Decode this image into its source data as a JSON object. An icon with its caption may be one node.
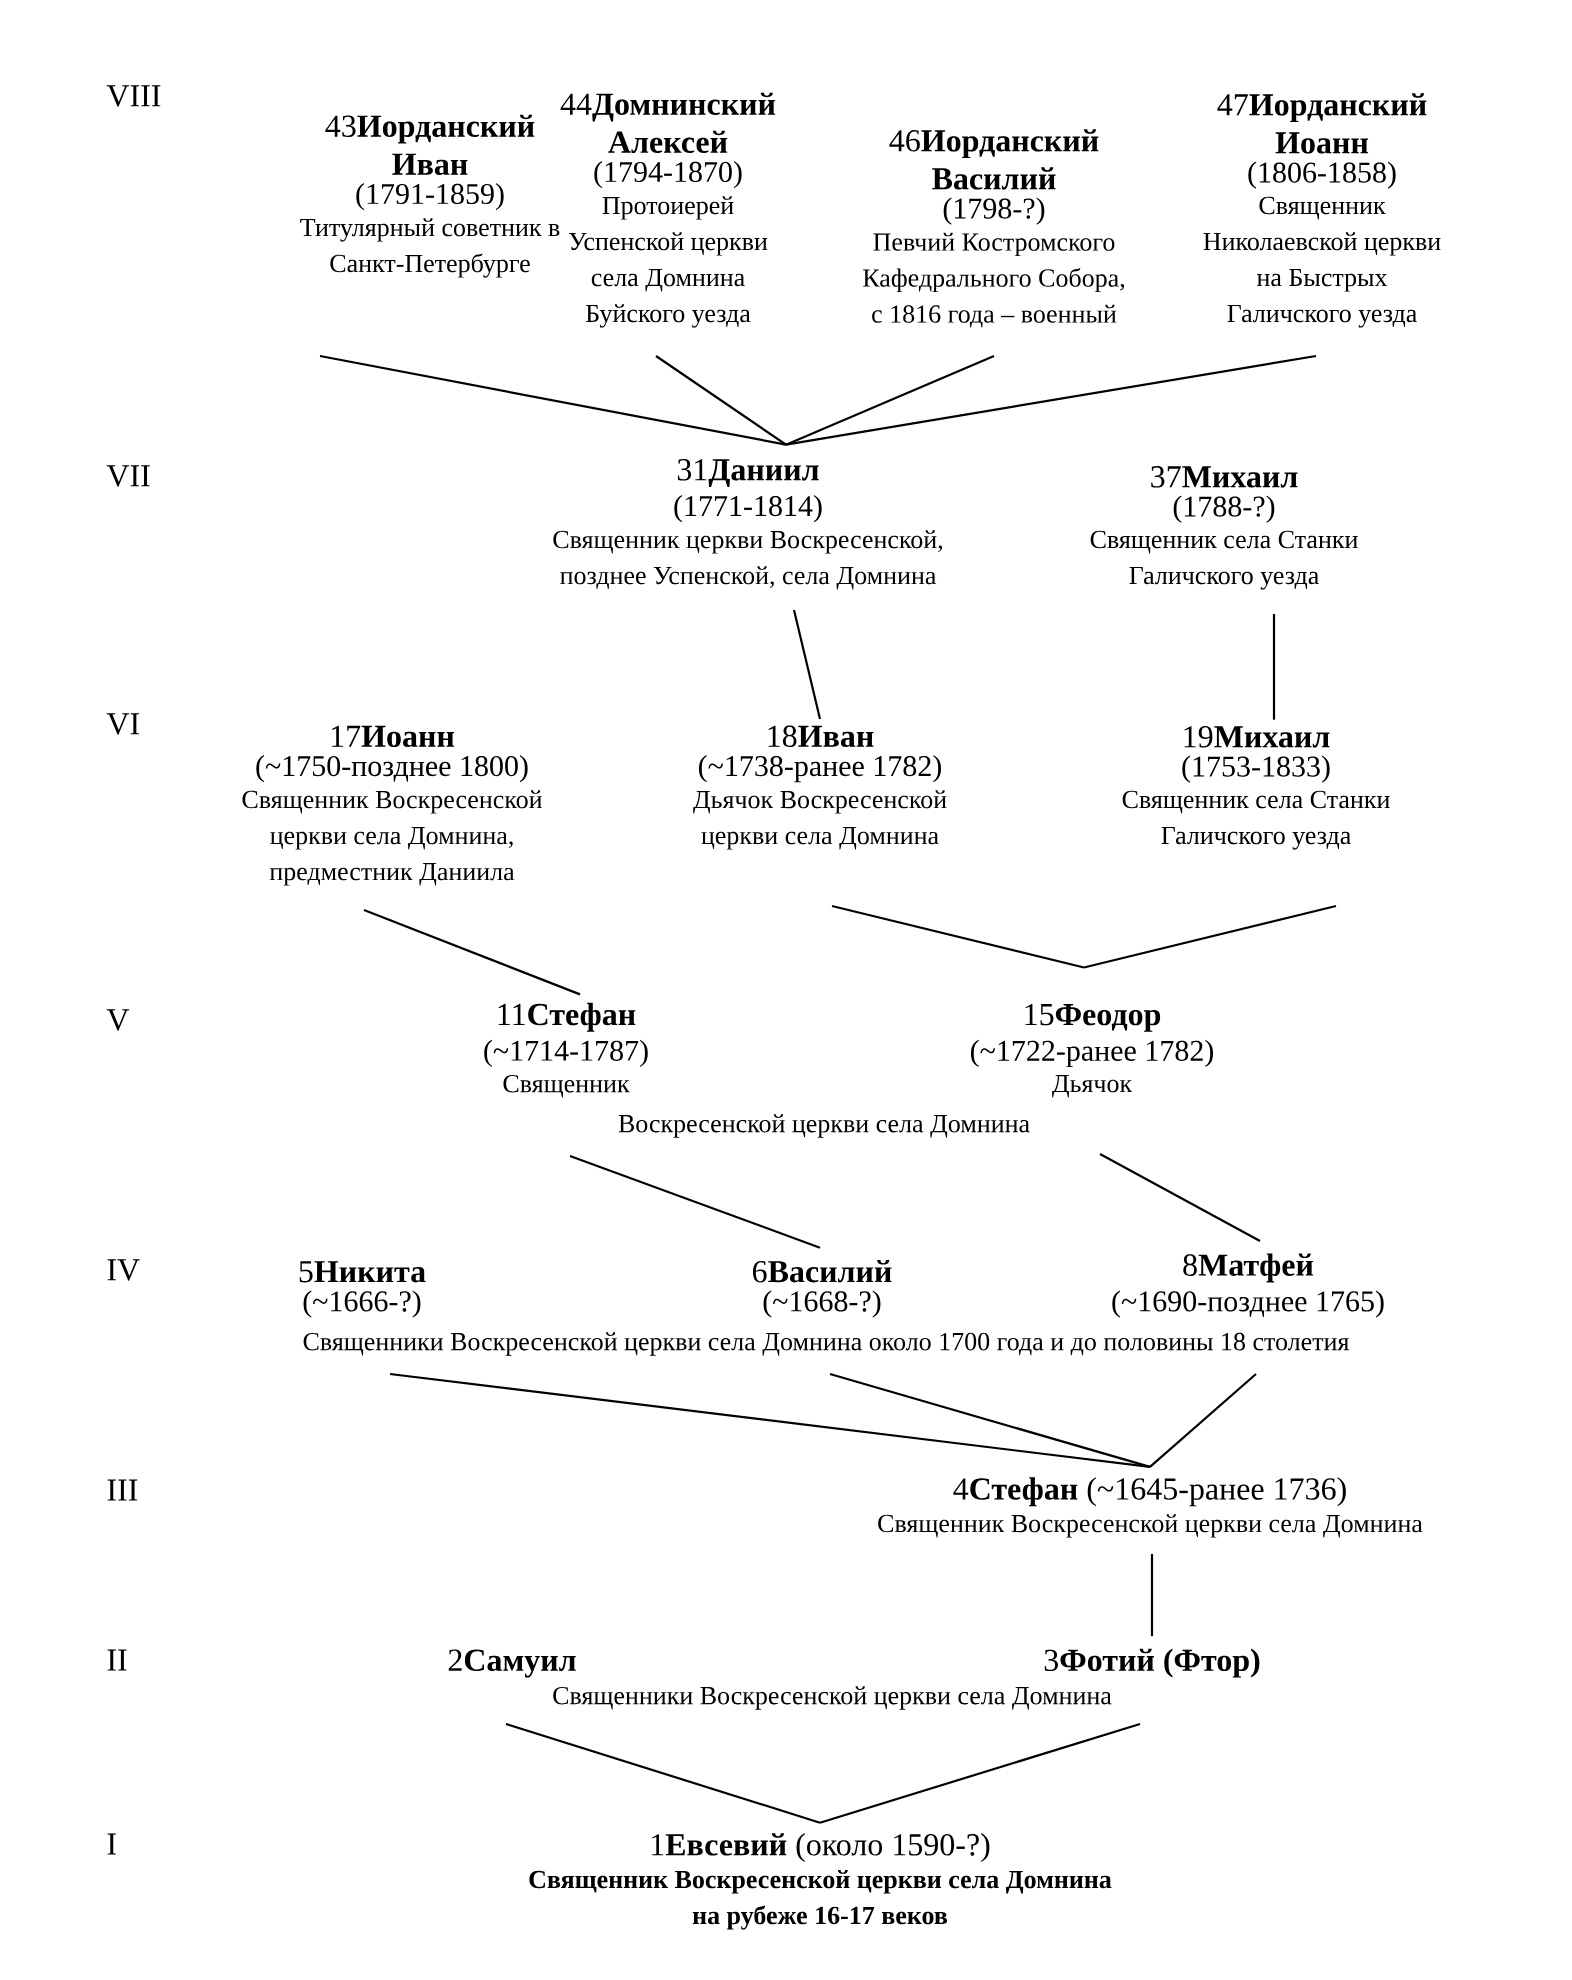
{
  "diagram": {
    "nodes": [
      {
        "text": [
          "43**Иорданский Иван**",
          "(1791-1859)",
          "Титулярный советник в Санкт-Петербурге"
        ]
      },
      {
        "text": [
          "44**Домнинский Алексей**",
          "(1794-1870)",
          "Протоиерей Успенской церкви села Домнина Буйского уезда"
        ]
      },
      {
        "text": [
          "46**Иорданский Василий**",
          "(1798-?)",
          "Певчий Костромского Кафедрального Собора, с 1816 года – военный"
        ]
      },
      {
        "text": [
          "47**Иорданский Иоанн**",
          "(1806-1858)",
          "Священник Николаевской церкви на Быстрых Галичского уезда"
        ]
      },
      {
        "text": [
          "31**Даниил**",
          "(1771-1814)",
          "Священник церкви Воскресенской, позднее Успенской, села Домнина"
        ]
      },
      {
        "text": [
          "37**Михаил**",
          "(1788-?)",
          "Священник села Станки Галичского уезда"
        ]
      },
      {
        "text": [
          "17**Иоанн**",
          "(~1750-позднее 1800)",
          "Священник Воскресенской церкви села Домнина, предместник Даниила"
        ]
      },
      {
        "text": [
          "18**Иван**",
          "(~1738-ранее 1782)",
          "Дьячок Воскресенской церкви села Домнина"
        ]
      },
      {
        "text": [
          "19**Михаил**",
          "(1753-1833)",
          "Священник села Станки Галичского уезда"
        ]
      },
      {
        "text": [
          "11**Стефан**",
          "(~1714-1787)",
          "Священник"
        ]
      },
      {
        "text": [
          "15**Феодор**",
          "(~1722-ранее 1782)",
          "Дьячок"
        ]
      },
      {
        "text": [
          "5**Никита**",
          "(~1666-?)"
        ]
      },
      {
        "text": [
          "6**Василий**",
          "(~1668-?)"
        ]
      },
      {
        "text": [
          "8**Матфей**",
          "(~1690-позднее 1765)"
        ]
      },
      {
        "text": [
          "4**Стефан** (~1645-ранее 1736)",
          "Священник Воскресенской церкви села Домнина"
        ]
      },
      {
        "text": [
          "2**Самуил**"
        ]
      },
      {
        "text": [
          "3**Фотий (Фтор)**"
        ]
      },
      {
        "text": [
          "1**Евсевий** (около 1590-?)",
          "Священник Воскресенской церкви села Домнина на рубеже 16-17 веков"
        ]
      }
    ],
    "edges": [
      {
        "from": 0,
        "to": 4,
        "arrow": "none"
      },
      {
        "from": 1,
        "to": 4,
        "arrow": "none"
      },
      {
        "from": 2,
        "to": 4,
        "arrow": "none"
      },
      {
        "from": 3,
        "to": 4,
        "arrow": "none"
      },
      {
        "from": 4,
        "to": 7,
        "arrow": "none"
      },
      {
        "from": 5,
        "to": 8,
        "arrow": "none"
      },
      {
        "from": 6,
        "to": 9,
        "arrow": "none"
      },
      {
        "from": 7,
        "to": 10,
        "arrow": "none"
      },
      {
        "from": 8,
        "to": 10,
        "arrow": "none"
      },
      {
        "from": 9,
        "to": 12,
        "arrow": "none"
      },
      {
        "from": 10,
        "to": 13,
        "arrow": "none"
      },
      {
        "from": 11,
        "to": 14,
        "arrow": "none"
      },
      {
        "from": 12,
        "to": 14,
        "arrow": "none"
      },
      {
        "from": 13,
        "to": 14,
        "arrow": "none"
      },
      {
        "from": 14,
        "to": 16,
        "arrow": "none"
      },
      {
        "from": 15,
        "to": 17,
        "arrow": "none"
      },
      {
        "from": 16,
        "to": 17,
        "arrow": "none"
      }
    ],
    "labels": [
      "VIII",
      "VII",
      "VI",
      "V",
      "Воскресенской церкви села Домнина",
      "IV",
      "Священники Воскресенской церкви села Домнина около 1700 года и до половины 18 столетия",
      "III",
      "II",
      "Священники Воскресенской церкви села Домнина",
      "I"
    ]
  }
}
